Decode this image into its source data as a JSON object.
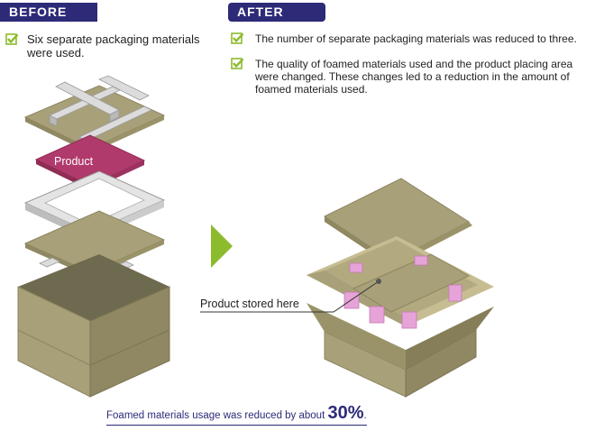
{
  "before": {
    "badge": "BEFORE",
    "items": [
      "Six separate packaging materials were used."
    ]
  },
  "after": {
    "badge": "AFTER",
    "items": [
      "The number of separate packaging materials was reduced to three.",
      "The quality of foamed materials used and the product placing area were changed. These changes led to a reduction in the amount of foamed materials used."
    ]
  },
  "labels": {
    "product": "Product",
    "stored": "Product stored here"
  },
  "summary": {
    "text": "Foamed materials usage was reduced by about ",
    "value": "30%",
    "suffix": "."
  },
  "colors": {
    "badge": "#2d2a78",
    "check": "#8dbb2e",
    "product": "#b03a6b",
    "cardboard": "#a8a079",
    "foam": "#e6a3d8"
  }
}
